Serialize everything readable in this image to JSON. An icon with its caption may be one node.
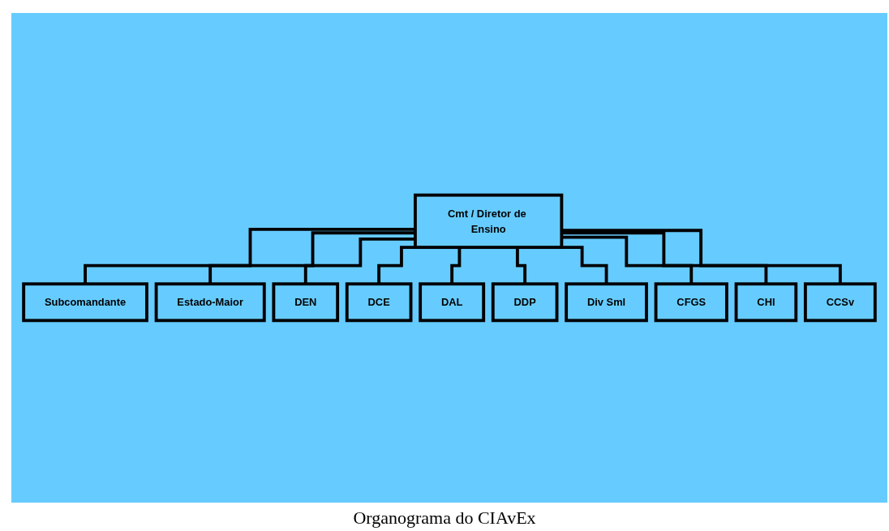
{
  "diagram": {
    "caption": "Organograma do CIAvEx",
    "nodes": [
      {
        "text": [
          "Cmt / Diretor de Ensino"
        ]
      },
      {
        "text": [
          "Subcomandante"
        ]
      },
      {
        "text": [
          "Estado-Maior"
        ]
      },
      {
        "text": [
          "DEN"
        ]
      },
      {
        "text": [
          "DCE"
        ]
      },
      {
        "text": [
          "DAL"
        ]
      },
      {
        "text": [
          "DDP"
        ]
      },
      {
        "text": [
          "Div Sml"
        ]
      },
      {
        "text": [
          "CFGS"
        ]
      },
      {
        "text": [
          "CHI"
        ]
      },
      {
        "text": [
          "CCSv"
        ]
      }
    ],
    "edges": [
      {
        "from": 0,
        "to": 1,
        "arrow": "none"
      },
      {
        "from": 0,
        "to": 2,
        "arrow": "none"
      },
      {
        "from": 0,
        "to": 3,
        "arrow": "none"
      },
      {
        "from": 0,
        "to": 4,
        "arrow": "none"
      },
      {
        "from": 0,
        "to": 5,
        "arrow": "none"
      },
      {
        "from": 0,
        "to": 6,
        "arrow": "none"
      },
      {
        "from": 0,
        "to": 7,
        "arrow": "none"
      },
      {
        "from": 0,
        "to": 8,
        "arrow": "none"
      },
      {
        "from": 0,
        "to": 9,
        "arrow": "none"
      },
      {
        "from": 0,
        "to": 10,
        "arrow": "none"
      }
    ]
  }
}
